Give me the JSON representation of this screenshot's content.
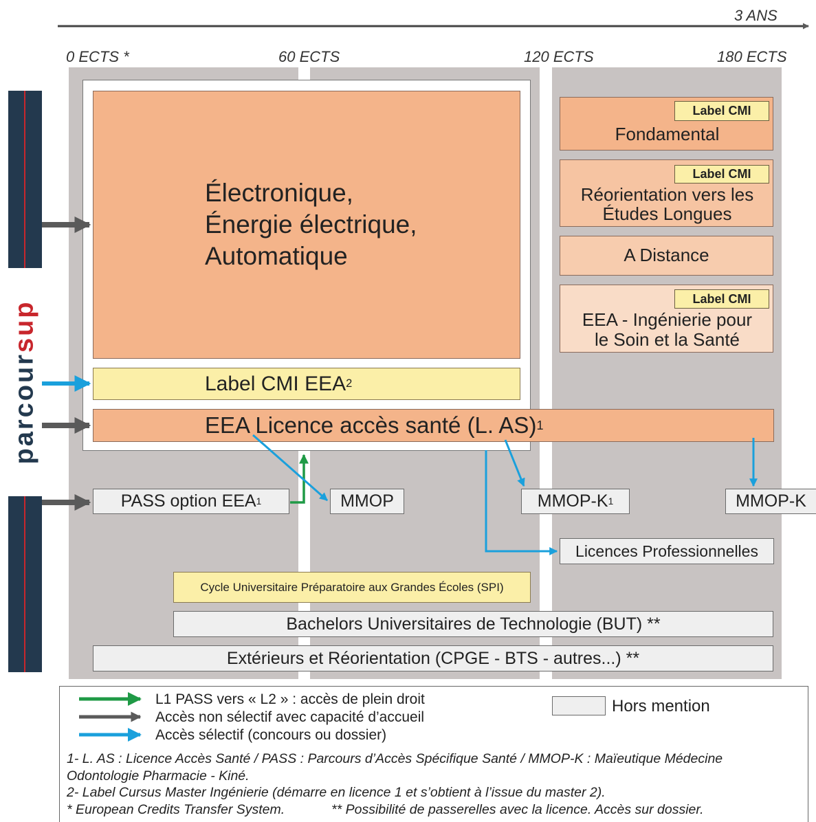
{
  "timeline": {
    "duration": "3 ANS"
  },
  "ects": {
    "e0": "0 ECTS *",
    "e60": "60 ECTS",
    "e120": "120 ECTS",
    "e180": "180 ECTS"
  },
  "parcoursup": {
    "prefix": "parcour",
    "suffix": "sup",
    "colors": {
      "dark": "#23394e",
      "red": "#c8262c"
    }
  },
  "main": {
    "mention": [
      "Électronique,",
      "Énergie électrique,",
      "Automatique"
    ],
    "cmi": "Label CMI EEA",
    "cmi_sup": "2",
    "las": "EEA Licence accès santé (L. AS)",
    "las_sup": "1"
  },
  "parcours": {
    "label_cmi": "Label CMI",
    "fondamental": "Fondamental",
    "reorientation": [
      "Réorientation vers les",
      "Études Longues"
    ],
    "distance": "A Distance",
    "ingenierie": [
      "EEA - Ingénierie pour",
      "le Soin et la Santé"
    ]
  },
  "entries": {
    "pass": "PASS option EEA",
    "pass_sup": "1",
    "mmop": "MMOP",
    "mmopk1": "MMOP-K",
    "mmopk1_sup": "1",
    "mmopk2": "MMOP-K",
    "lp": "Licences Professionnelles",
    "spi": "Cycle Universitaire Préparatoire aux Grandes Écoles (SPI)",
    "but": "Bachelors Universitaires de Technologie (BUT) **",
    "ext": "Extérieurs et Réorientation (CPGE - BTS - autres...) **"
  },
  "legend": {
    "green": "L1 PASS vers « L2 » : accès de plein droit",
    "dark": "Accès non sélectif avec capacité d’accueil",
    "blue": "Accès sélectif (concours ou dossier)",
    "hors": "Hors mention",
    "colors": {
      "green": "#1f9a46",
      "dark": "#5a5a5a",
      "blue": "#1aa0dc"
    }
  },
  "notes": {
    "n1": "1- L. AS : Licence Accès Santé / PASS : Parcours d’Accès Spécifique Santé / MMOP-K : Maïeutique Médecine Odontologie Pharmacie - Kiné.",
    "n2": "2- Label Cursus Master Ingénierie (démarre en licence 1 et s’obtient à l’issue du master 2).",
    "n3a": "* European Credits Transfer System.",
    "n3b": "** Possibilité de passerelles avec la licence. Accès sur dossier."
  }
}
